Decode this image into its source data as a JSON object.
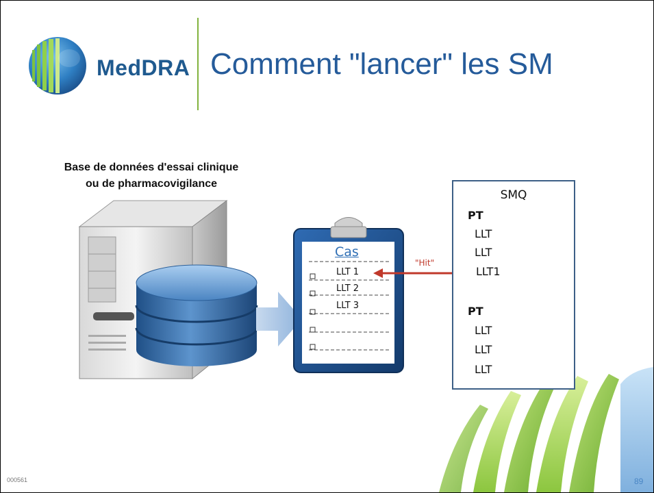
{
  "header": {
    "logo_text": "MedDRA",
    "title": "Comment \"lancer\" les SM"
  },
  "database": {
    "caption_line1": "Base de données d'essai clinique",
    "caption_line2": "ou de pharmacovigilance"
  },
  "clipboard": {
    "title": "Cas",
    "rows": [
      "LLT 1",
      "LLT 2",
      "LLT 3",
      "",
      ""
    ]
  },
  "hit_label": "\"Hit\"",
  "smq": {
    "title": "SMQ",
    "lines": [
      {
        "text": "PT",
        "bold": true
      },
      {
        "text": "LLT",
        "bold": false
      },
      {
        "text": "LLT",
        "bold": false
      },
      {
        "text": "LLT1",
        "bold": false,
        "arrow": true
      },
      {
        "text": "PT",
        "bold": true
      },
      {
        "text": "LLT",
        "bold": false
      },
      {
        "text": "LLT",
        "bold": false
      },
      {
        "text": "LLT",
        "bold": false
      }
    ]
  },
  "footer": {
    "code": "000561",
    "page_number": "89"
  },
  "colors": {
    "title_blue": "#255b9a",
    "divider_green": "#82b33e",
    "hit_red": "#c0392b",
    "smq_border": "#3c5f86"
  }
}
